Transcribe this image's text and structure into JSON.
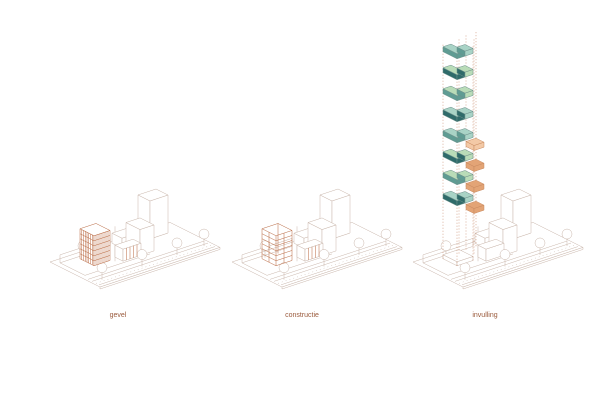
{
  "panels": [
    {
      "label": "gevel",
      "variant": "facade"
    },
    {
      "label": "constructie",
      "variant": "structure"
    },
    {
      "label": "invulling",
      "variant": "infill"
    }
  ],
  "colors": {
    "line": "#c9b6ab",
    "accent": "#b8673f",
    "teal_dark": "#2f6b6a",
    "teal_mid": "#5f9c93",
    "teal_light": "#a9d3c6",
    "green_light": "#b9dcb8",
    "orange": "#e3a476",
    "orange_light": "#f3c9a6"
  }
}
